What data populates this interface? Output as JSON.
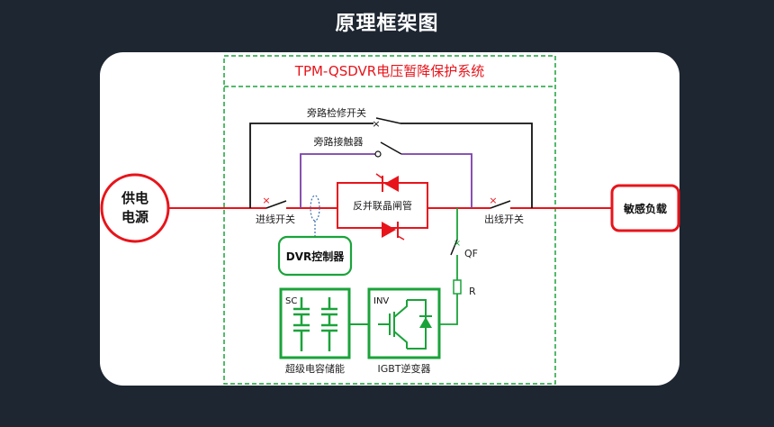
{
  "page_title": "原理框架图",
  "system_title": "TPM-QSDVR电压暂降保护系统",
  "labels": {
    "source": [
      "供电",
      "电源"
    ],
    "load": "敏感负载",
    "bypass_maintenance_switch": "旁路检修开关",
    "bypass_contactor": "旁路接触器",
    "thyristor": "反并联晶闸管",
    "incoming_switch": "进线开关",
    "outgoing_switch": "出线开关",
    "controller": "DVR控制器",
    "qf": "QF",
    "resistor": "R",
    "sc": "SC",
    "inv": "INV",
    "supercapacitor": "超级电容储能",
    "inverter": "IGBT逆变器"
  },
  "colors": {
    "background": "#1d2631",
    "main_line": "#e8141b",
    "green": "#1aa33a",
    "purple": "#7b3fa8",
    "black_line": "#111111"
  }
}
